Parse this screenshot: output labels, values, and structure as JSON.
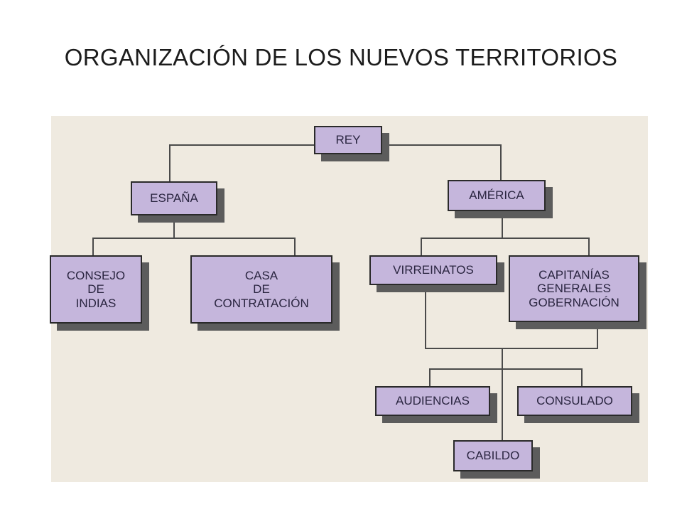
{
  "title": "ORGANIZACIÓN DE LOS NUEVOS TERRITORIOS",
  "diagram": {
    "nodes": {
      "rey": "REY",
      "espana": "ESPAÑA",
      "america": "AMÉRICA",
      "consejo": "CONSEJO\nDE\nINDIAS",
      "casa": "CASA\nDE\nCONTRATACIÓN",
      "virreinatos": "VIRREINATOS",
      "capitanias": "CAPITANÍAS\nGENERALES\nGOBERNACIÓN",
      "audiencias": "AUDIENCIAS",
      "consulado": "CONSULADO",
      "cabildo": "CABILDO"
    },
    "colors": {
      "box_fill": "#c5b6dc",
      "shadow": "#5c5c5c",
      "background": "#efeae0",
      "connector": "#4a4a4a"
    }
  }
}
